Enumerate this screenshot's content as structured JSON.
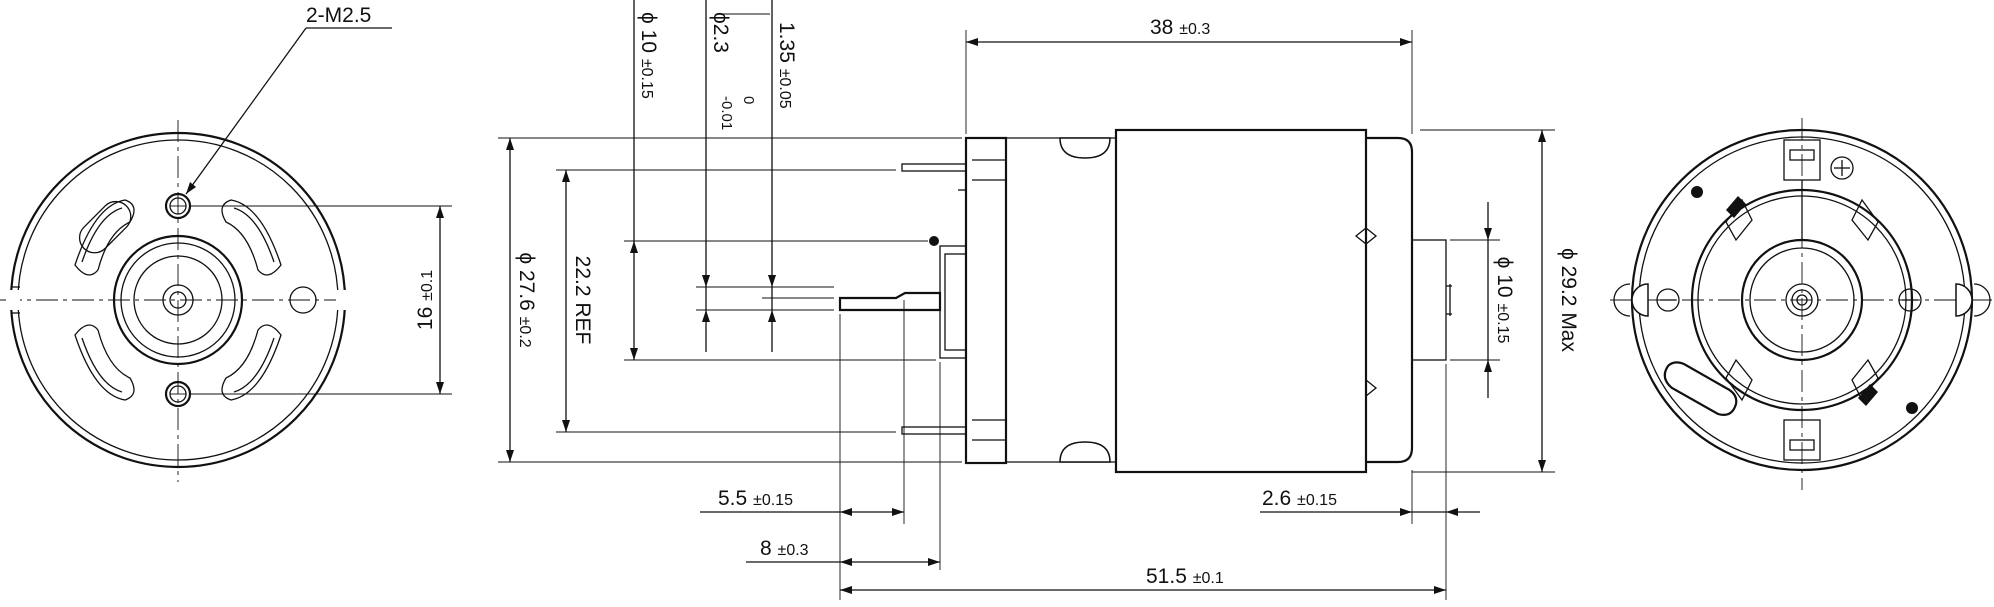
{
  "dimensions": {
    "thread": "2-M2.5",
    "dia_shaft": "10",
    "tol_shaft": "±0.15",
    "dia_small": "2.3",
    "tol_small_upper": "0",
    "tol_small_lower": "-0.01",
    "flat": "1.35",
    "tol_flat": "±0.05",
    "length_body": "38",
    "tol_body": "±0.3",
    "hole_spacing": "16",
    "tol_hole_spacing": "±0.1",
    "dia_flange": "27.6",
    "tol_flange": "±0.2",
    "ref_height": "22.2 REF",
    "boss_dia": "10",
    "tol_boss": "±0.15",
    "dia_max": "29.2 Max",
    "shaft_len_a": "5.5",
    "tol_shaft_len_a": "±0.15",
    "shaft_len_b": "8",
    "tol_shaft_len_b": "±0.3",
    "boss_len": "2.6",
    "tol_boss_len": "±0.15",
    "total_len": "51.5",
    "tol_total_len": "±0.1",
    "diameter_symbol": "ϕ"
  }
}
